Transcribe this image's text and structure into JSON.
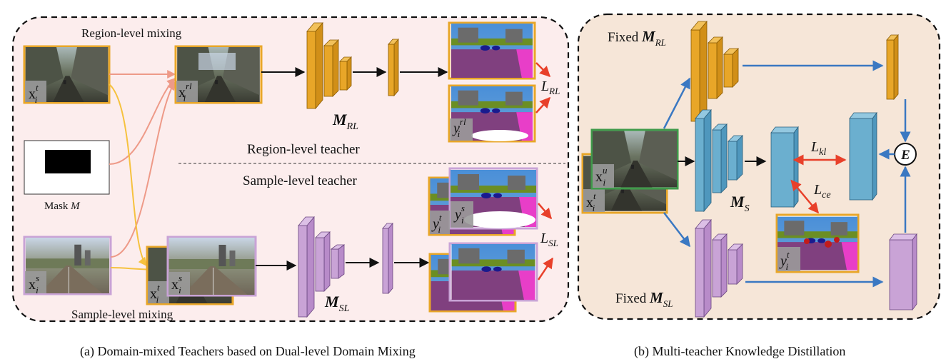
{
  "panel_a": {
    "caption": "(a) Domain-mixed Teachers based on Dual-level Domain Mixing",
    "region_mixing_label": "Region-level mixing",
    "sample_mixing_label": "Sample-level mixing",
    "mask_label": "Mask",
    "mask_symbol": "M",
    "region_teacher_label": "Region-level teacher",
    "sample_teacher_label": "Sample-level teacher",
    "model_rl": {
      "symbol": "M",
      "subscript": "RL"
    },
    "model_sl": {
      "symbol": "M",
      "subscript": "SL"
    },
    "loss_rl": {
      "symbol": "L",
      "subscript": "RL"
    },
    "loss_sl": {
      "symbol": "L",
      "subscript": "SL"
    },
    "img_xt": {
      "base": "x",
      "sub": "i",
      "sup": "t"
    },
    "img_xrl": {
      "base": "x",
      "sub": "i",
      "sup": "rl"
    },
    "img_xs": {
      "base": "x",
      "sub": "i",
      "sup": "s"
    },
    "img_yrl": {
      "base": "y",
      "sub": "i",
      "sup": "rl"
    },
    "img_ys": {
      "base": "y",
      "sub": "i",
      "sup": "s"
    },
    "img_yt": {
      "base": "y",
      "sub": "i",
      "sup": "t"
    }
  },
  "panel_b": {
    "caption": "(b) Multi-teacher Knowledge Distillation",
    "fixed_rl": {
      "prefix": "Fixed",
      "symbol": "M",
      "subscript": "RL"
    },
    "fixed_sl": {
      "prefix": "Fixed",
      "symbol": "M",
      "subscript": "SL"
    },
    "model_s": {
      "symbol": "M",
      "subscript": "S"
    },
    "loss_kl": {
      "symbol": "L",
      "subscript": "kl"
    },
    "loss_ce": {
      "symbol": "L",
      "subscript": "ce"
    },
    "ensemble": "E",
    "img_xu": {
      "base": "x",
      "sub": "i",
      "sup": "u"
    },
    "img_xt": {
      "base": "x",
      "sub": "i",
      "sup": "t"
    },
    "img_yt": {
      "base": "y",
      "sub": "i",
      "sup": "t"
    }
  },
  "colors": {
    "orange_block": "#E8A628",
    "blue_block": "#6BAFCF",
    "purple_block": "#C9A3D6",
    "panel_a_bg": "#FCEDED",
    "panel_b_bg": "#F6E6D8",
    "red_arrow": "#E8402A",
    "blue_arrow": "#3A78C2",
    "pink_arrow": "#EE9A88",
    "yellow_arrow": "#F6C23E"
  }
}
